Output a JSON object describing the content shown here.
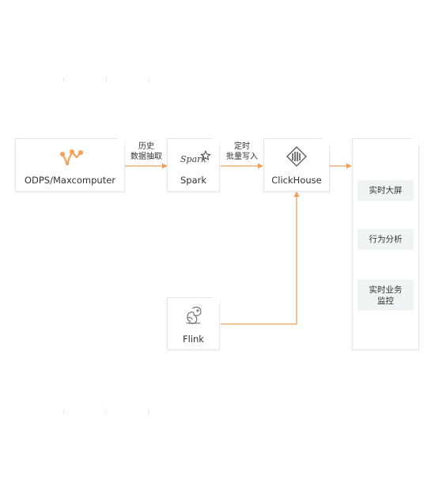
{
  "nodes": {
    "odps": {
      "label": "ODPS/Maxcomputer",
      "icon": "odps-icon"
    },
    "spark": {
      "label": "Spark",
      "logo_text": "Spark",
      "icon": "spark-logo-icon"
    },
    "clickhouse": {
      "label": "ClickHouse",
      "icon": "clickhouse-icon"
    },
    "flink": {
      "label": "Flink",
      "icon": "flink-squirrel-icon"
    }
  },
  "edges": {
    "odps_to_spark": {
      "line1": "历史",
      "line2": "数据抽取"
    },
    "spark_to_clickhouse": {
      "line1": "定时",
      "line2": "批量写入"
    }
  },
  "applications": {
    "items": [
      {
        "line1": "实时大屏",
        "line2": ""
      },
      {
        "line1": "行为分析",
        "line2": ""
      },
      {
        "line1": "实时业务",
        "line2": "监控"
      }
    ]
  },
  "colors": {
    "accent": "#f5a05a",
    "border": "#e6e6e6",
    "app_bg": "#f2f3f5",
    "text": "#333333"
  }
}
